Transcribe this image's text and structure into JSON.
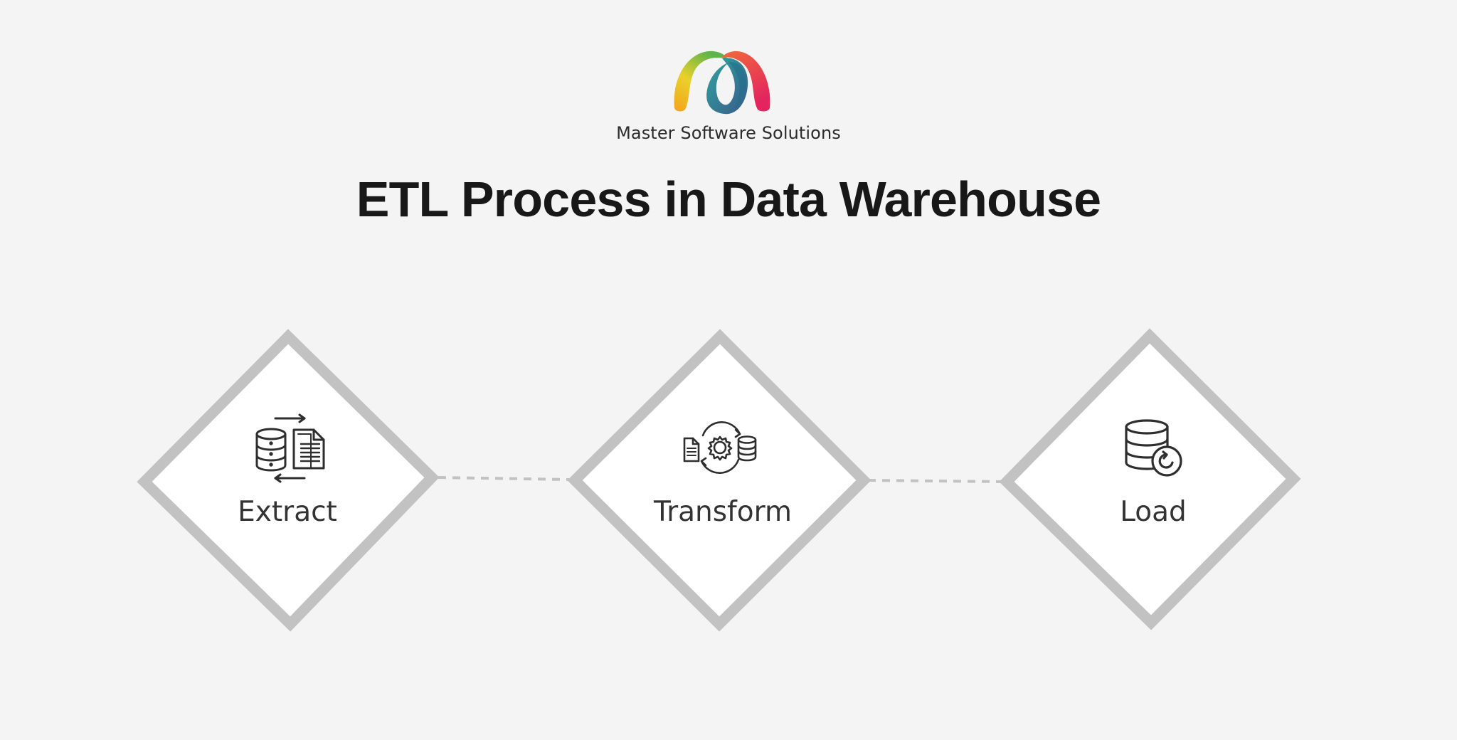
{
  "brand": {
    "company_name": "Master Software Solutions"
  },
  "title": "ETL Process in Data Warehouse",
  "steps": [
    {
      "label": "Extract",
      "icon": "database-document-transfer-icon"
    },
    {
      "label": "Transform",
      "icon": "document-gear-database-cycle-icon"
    },
    {
      "label": "Load",
      "icon": "database-reload-icon"
    }
  ],
  "colors": {
    "background": "#f4f4f4",
    "diamond_fill": "#ffffff",
    "diamond_border": "#c2c2c2",
    "connector": "#c2c2c2",
    "text": "#333333",
    "title": "#181818"
  }
}
